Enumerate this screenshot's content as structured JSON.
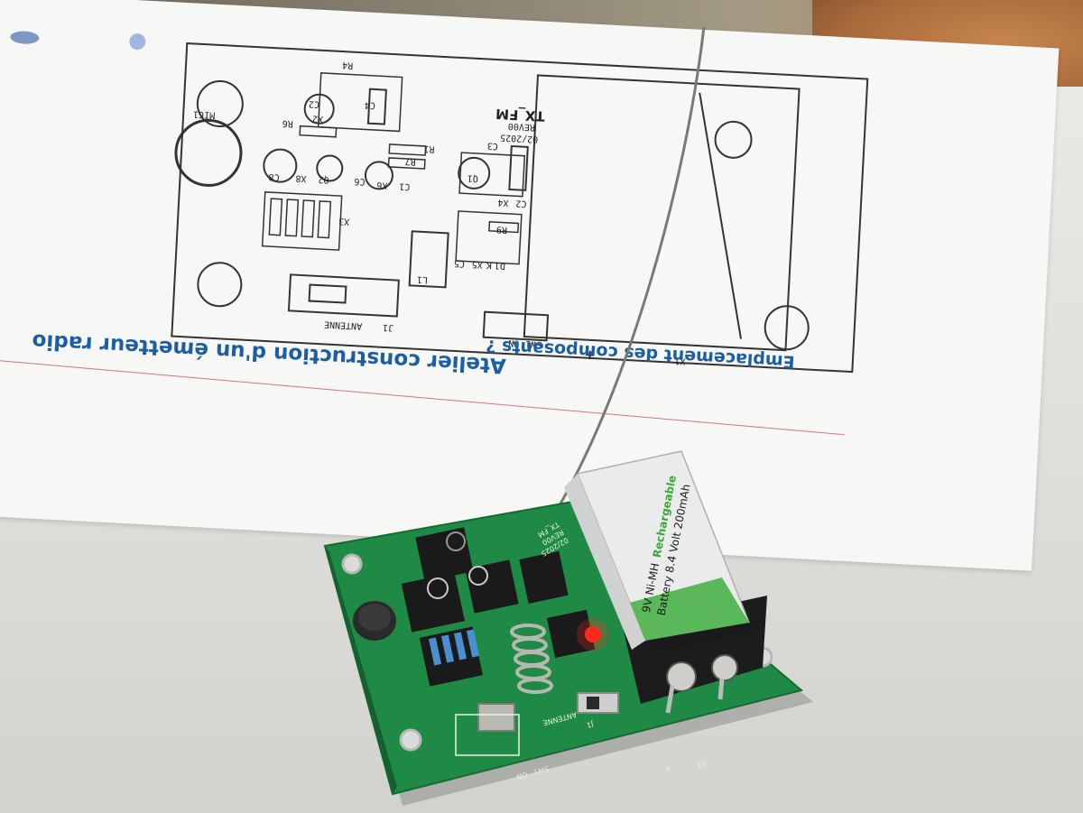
{
  "document": {
    "title": "Atelier construction d'un émetteur radio",
    "subtitle": "Emplacement des composants ?",
    "board_name": "TX_FM",
    "revision": "REV00",
    "date": "02/2025",
    "labels": [
      "R4",
      "C4",
      "C2",
      "X2",
      "R6",
      "MIC1",
      "C8",
      "X8",
      "Q2",
      "C6",
      "X6",
      "C1",
      "R7",
      "R1",
      "C3",
      "Q1",
      "X4",
      "C2",
      "X3",
      "L1",
      "R9",
      "D1",
      "K",
      "X5",
      "C5",
      "J1",
      "ANTENNE",
      "SW1",
      "ON",
      "X1",
      "+"
    ]
  },
  "pcb": {
    "board_name": "TX_FM",
    "revision": "REV00",
    "date": "02/2025",
    "labels": [
      "J1",
      "ANTENNE",
      "SW1",
      "ON",
      "X1",
      "+"
    ]
  },
  "battery": {
    "line1": "9V Ni-MH",
    "line1_accent": "Rechargeable",
    "line2": "Battery 8.4 Volt 200mAh"
  },
  "colors": {
    "pcb_green": "#1f8a45",
    "doc_blue": "#1c5ea3",
    "led_red": "#ff2a1a",
    "battery_green": "#3aa53a"
  }
}
